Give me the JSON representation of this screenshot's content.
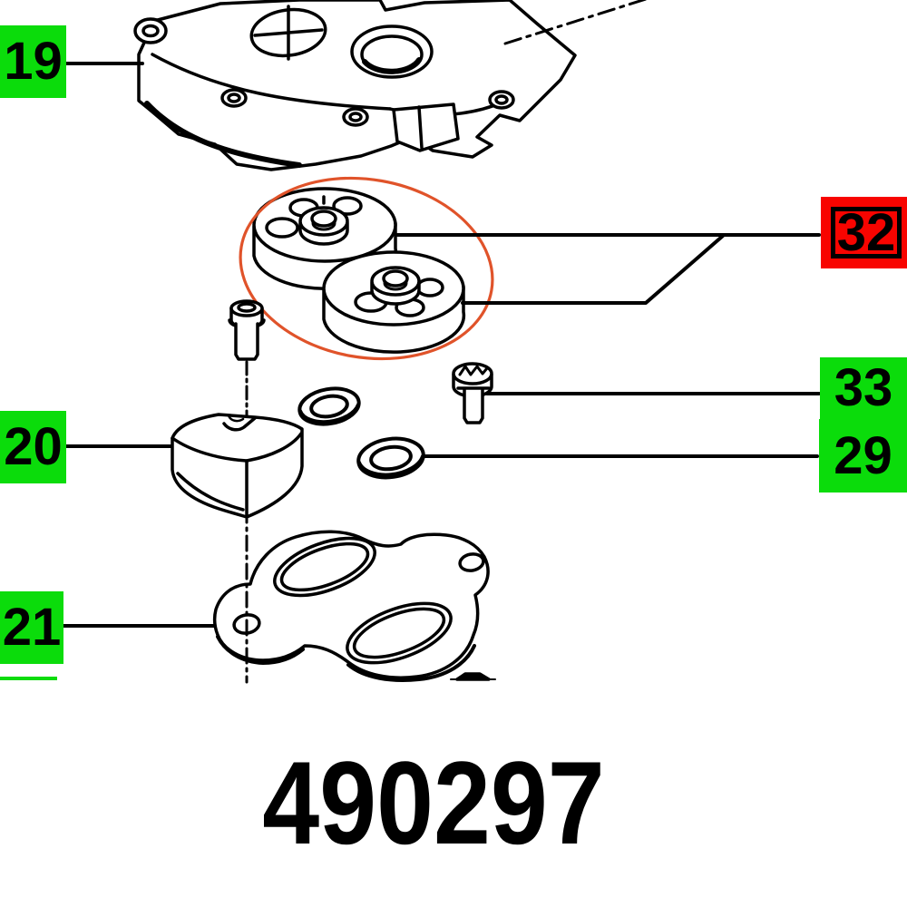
{
  "footer": {
    "part_number": "490297"
  },
  "callouts": {
    "c19": {
      "label": "19"
    },
    "c32": {
      "label": "32"
    },
    "c33": {
      "label": "33"
    },
    "c20": {
      "label": "20"
    },
    "c29": {
      "label": "29"
    },
    "c21": {
      "label": "21"
    }
  },
  "colors": {
    "label_green": "#0bdc0b",
    "label_red": "#f80400",
    "highlight_ellipse": "#e0532a",
    "line": "#000000"
  }
}
